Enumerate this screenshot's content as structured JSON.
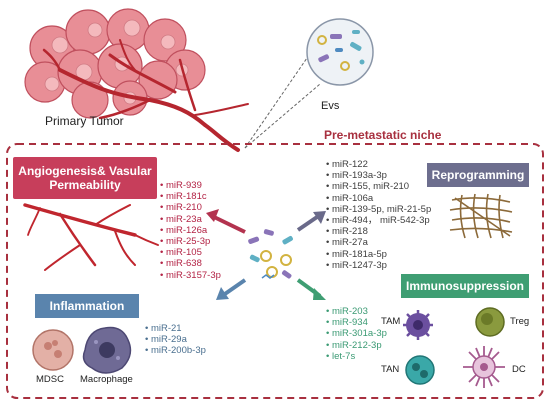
{
  "labels": {
    "primary_tumor": "Primary Tumor",
    "evs": "Evs",
    "niche_title": "Pre-metastatic niche",
    "mdsc": "MDSC",
    "macrophage": "Macrophage",
    "tam": "TAM",
    "treg": "Treg",
    "tan": "TAN",
    "dc": "DC"
  },
  "boxes": {
    "angiogenesis": "Angiogenesis& Vasular Permeability",
    "inflammation": "Inflammation",
    "reprogramming": "Reprogramming",
    "immunosuppression": "Immunosuppression"
  },
  "mirna_lists": {
    "angiogenesis": [
      "miR-939",
      "miR-181c",
      "miR-210",
      "miR-23a",
      "miR-126a",
      "miR-25-3p",
      "miR-105",
      "miR-638",
      "miR-3157-3p"
    ],
    "reprogramming": [
      "miR-122",
      "miR-193a-3p",
      "miR-155, miR-210",
      "miR-106a",
      "miR-139-5p, miR-21-5p",
      "miR-494， miR-542-3p",
      "miR-218",
      "miR-27a",
      "miR-181a-5p",
      "miR-1247-3p"
    ],
    "inflammation": [
      "miR-21",
      "miR-29a",
      "miR-200b-3p"
    ],
    "immunosuppression": [
      "miR-203",
      "miR-934",
      "miR-301a-3p",
      "miR-212-3p",
      "let-7s"
    ]
  },
  "colors": {
    "angiogenesis_box": "#c73e5b",
    "inflammation_box": "#5a84ad",
    "reprogramming_box": "#6d6e8e",
    "immunosuppression_box": "#3f9e73",
    "niche_border": "#a8303f",
    "vessel": "#b5262f"
  }
}
